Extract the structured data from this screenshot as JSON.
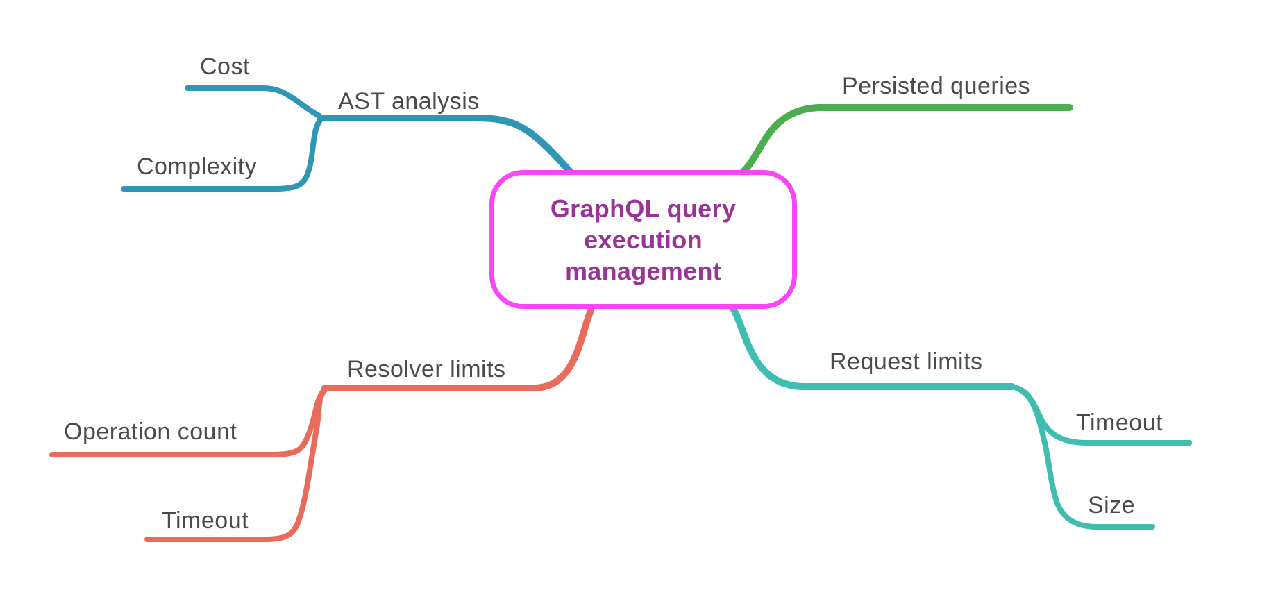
{
  "title": {
    "label": "GraphQL query\nexecution\nmanagement",
    "border_color": "#fb45fb",
    "text_color": "#993399"
  },
  "label_text_color": "#4a4a48",
  "background_color": "#ffffff",
  "branches": [
    {
      "label": "AST analysis",
      "color": "#2f97b5",
      "children": [
        {
          "label": "Cost"
        },
        {
          "label": "Complexity"
        }
      ]
    },
    {
      "label": "Persisted queries",
      "color": "#4dae50",
      "children": []
    },
    {
      "label": "Resolver limits",
      "color": "#e96b5c",
      "children": [
        {
          "label": "Operation count"
        },
        {
          "label": "Timeout"
        }
      ]
    },
    {
      "label": "Request limits",
      "color": "#3fbdb1",
      "children": [
        {
          "label": "Timeout"
        },
        {
          "label": "Size"
        }
      ]
    }
  ]
}
